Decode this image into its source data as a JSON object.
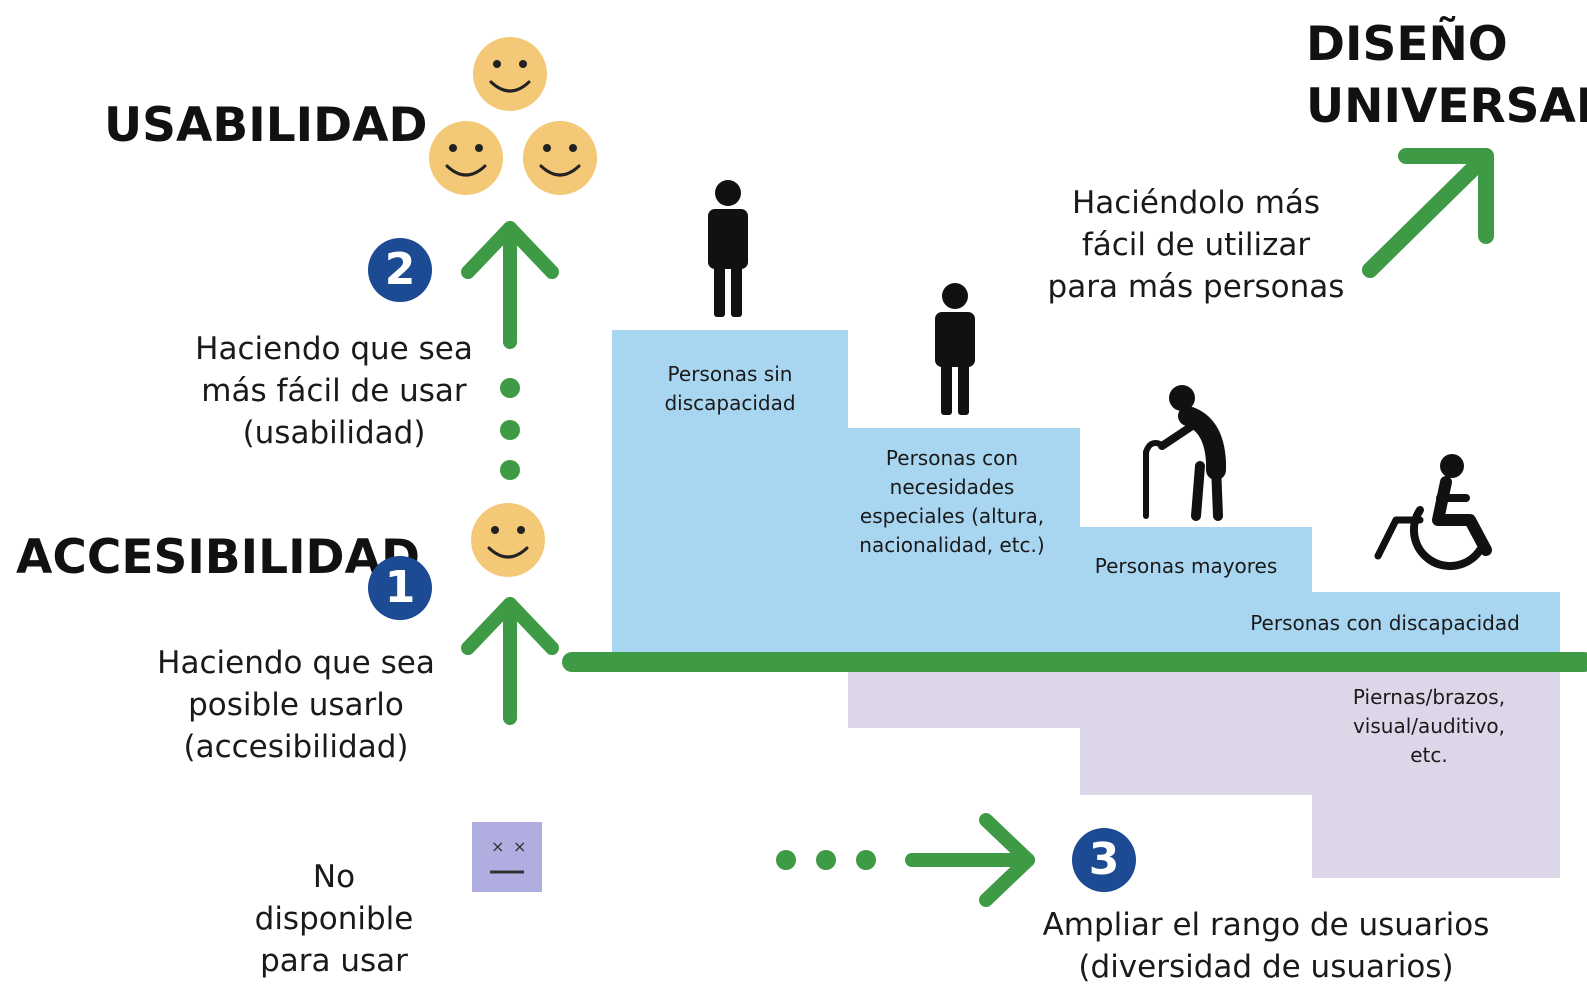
{
  "headings": {
    "usabilidad": "USABILIDAD",
    "accesibilidad": "ACCESIBILIDAD",
    "diseno_universal_line1": "DISEÑO",
    "diseno_universal_line2": "UNIVERSAL"
  },
  "steps": {
    "one": {
      "number": "1",
      "lines": [
        "Haciendo que sea",
        "posible usarlo",
        "(accesibilidad)"
      ]
    },
    "two": {
      "number": "2",
      "lines": [
        "Haciendo que sea",
        "más fácil de usar",
        "(usabilidad)"
      ]
    },
    "three": {
      "number": "3",
      "lines": [
        "Ampliar el rango de usuarios",
        "(diversidad de usuarios)"
      ]
    }
  },
  "not_available": {
    "lines": [
      "No",
      "disponible",
      "para usar"
    ]
  },
  "universal_caption": {
    "lines": [
      "Haciéndolo más",
      "fácil de utilizar",
      "para más personas"
    ]
  },
  "user_groups": [
    {
      "lines": [
        "Personas sin",
        "discapacidad"
      ],
      "icon": "standing-person-icon"
    },
    {
      "lines": [
        "Personas con",
        "necesidades",
        "especiales (altura,",
        "nacionalidad, etc.)"
      ],
      "icon": "standing-person-icon"
    },
    {
      "lines": [
        "Personas mayores"
      ],
      "icon": "elderly-person-cane-icon"
    },
    {
      "lines": [
        "Personas con discapacidad"
      ],
      "icon": "wheelchair-user-icon"
    }
  ],
  "disability_types": {
    "lines": [
      "Piernas/brazos,",
      "visual/auditivo,",
      "etc."
    ]
  },
  "colors": {
    "arrow_green": "#3f9a45",
    "block_blue": "#a8d6f1",
    "lower_lavender": "#ddd6e8",
    "badge_navy": "#1c4a93",
    "smiley_yellow": "#f3c978",
    "sad_face_purple": "#b0aee0"
  }
}
